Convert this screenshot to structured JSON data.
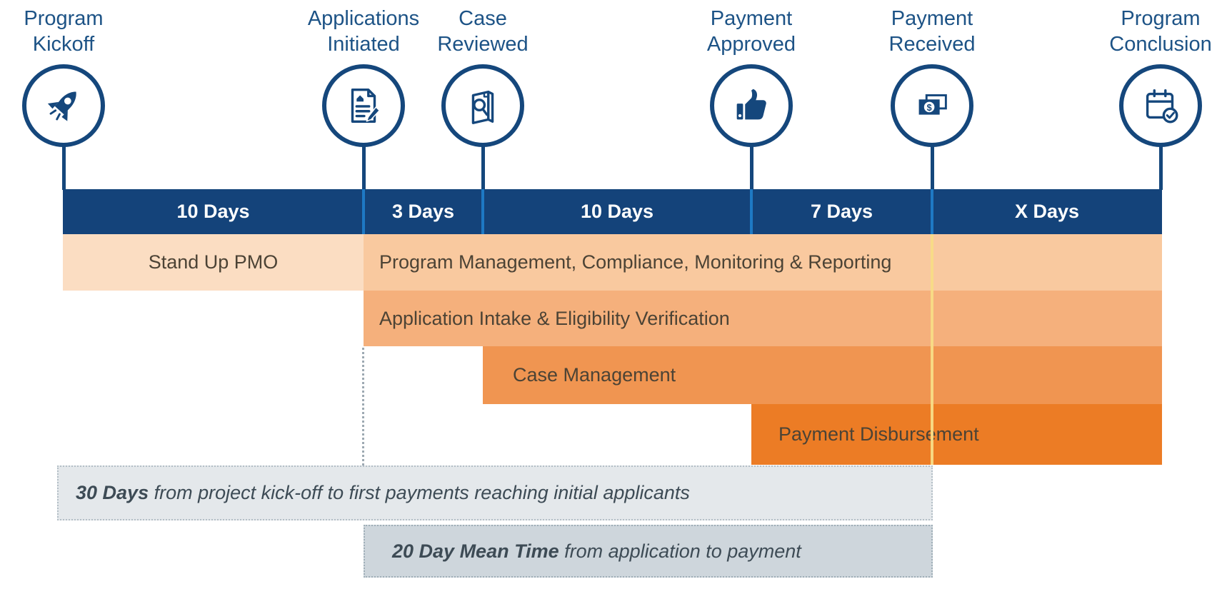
{
  "colors": {
    "navy": "#15477C",
    "timeline_bar": "#14437A",
    "segment_divider_blue": "#1E79C4",
    "milestone_label_blue": "#1D5386",
    "row_stand_up_pmo": "#FBDDC2",
    "row_program_management": "#F9C99F",
    "row_application_intake": "#F5B07C",
    "row_case_management": "#F09551",
    "row_payment_disbursement": "#EC7C25",
    "payment_received_marker": "#F8DC86",
    "callout_30_days_bg": "#E4E8EB",
    "callout_20_day_bg": "#CED6DC",
    "row_text": "#4C4335",
    "callout_text": "#3D4B55"
  },
  "milestones": [
    {
      "line1": "Program",
      "line2": "Kickoff",
      "icon": "rocket-icon"
    },
    {
      "line1": "Applications",
      "line2": "Initiated",
      "icon": "application-document-icon"
    },
    {
      "line1": "Case",
      "line2": "Reviewed",
      "icon": "case-review-magnifier-icon"
    },
    {
      "line1": "Payment",
      "line2": "Approved",
      "icon": "thumbs-up-icon"
    },
    {
      "line1": "Payment",
      "line2": "Received",
      "icon": "dollar-bills-icon"
    },
    {
      "line1": "Program",
      "line2": "Conclusion",
      "icon": "calendar-check-icon"
    }
  ],
  "timeline": {
    "segments": [
      {
        "label": "10 Days"
      },
      {
        "label": "3 Days"
      },
      {
        "label": "10 Days"
      },
      {
        "label": "7 Days"
      },
      {
        "label": "X Days"
      }
    ]
  },
  "workstreams": [
    {
      "label": "Stand Up PMO"
    },
    {
      "label": "Program Management, Compliance, Monitoring & Reporting"
    },
    {
      "label": "Application Intake & Eligibility Verification"
    },
    {
      "label": "Case Management"
    },
    {
      "label": "Payment Disbursement"
    }
  ],
  "callouts": [
    {
      "bold": "30 Days",
      "rest": " from project kick-off to first payments reaching initial applicants"
    },
    {
      "bold": "20 Day Mean Time",
      "rest": " from application to payment"
    }
  ]
}
